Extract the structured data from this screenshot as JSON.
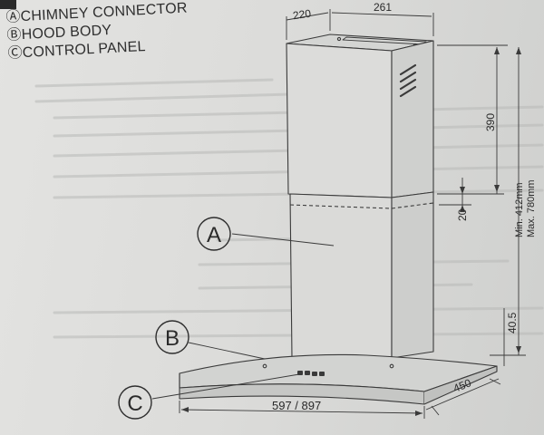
{
  "legend": {
    "items": [
      {
        "marker": "Ⓐ",
        "text": "CHIMNEY CONNECTOR"
      },
      {
        "marker": "Ⓑ",
        "text": "HOOD BODY"
      },
      {
        "marker": "Ⓒ",
        "text": "CONTROL PANEL"
      }
    ]
  },
  "callouts": {
    "a": "A",
    "b": "B",
    "c": "C"
  },
  "dimensions": {
    "chimney_depth": "220",
    "chimney_width": "261",
    "upper_height": "390",
    "overlap": "20",
    "height_min": "Min. 412mm",
    "height_max": "Max. 780mm",
    "canopy_height": "40.5",
    "canopy_width": "597 / 897",
    "canopy_depth": "450"
  },
  "colors": {
    "paper": "#dcdcda",
    "ink": "#2a2a2a"
  }
}
